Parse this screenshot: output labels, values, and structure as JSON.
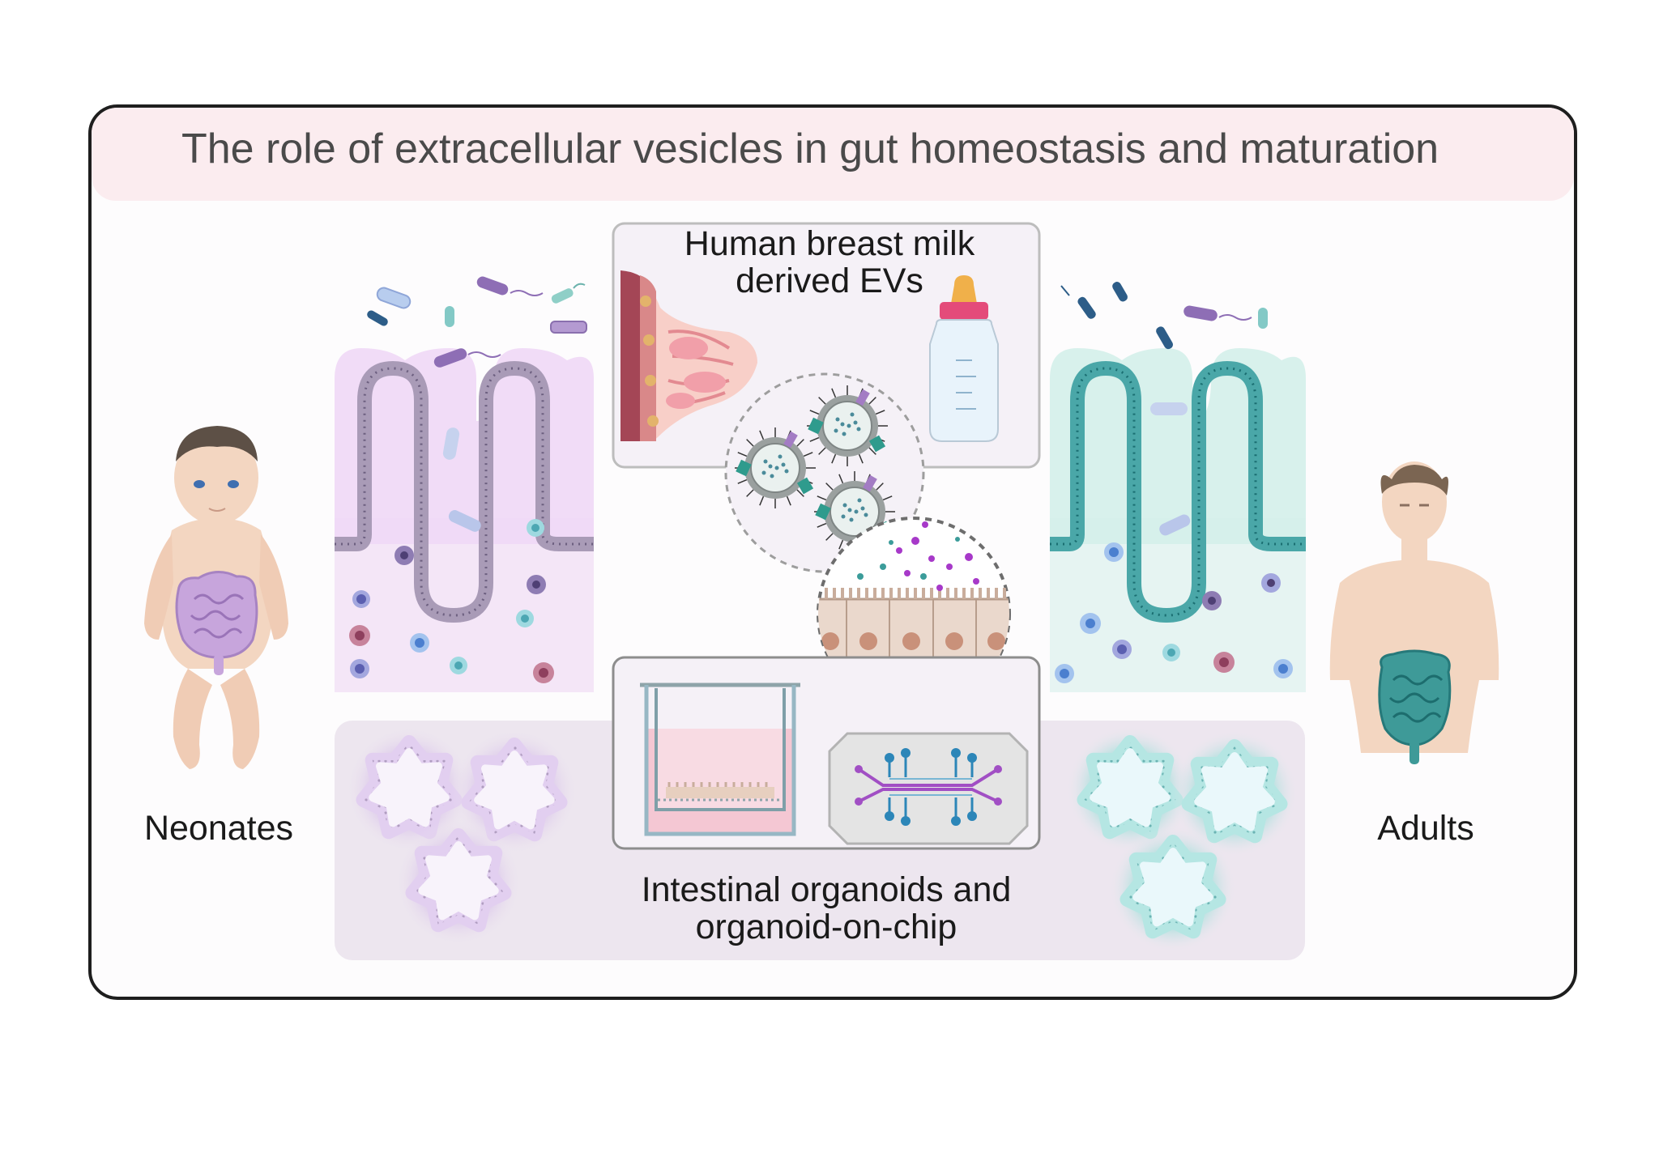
{
  "title": "The role of extracellular vesicles in gut homeostasis and maturation",
  "milk_section": {
    "line1": "Human breast milk",
    "line2": "derived EVs"
  },
  "organoid_section": {
    "line1": "Intestinal organoids and",
    "line2": "organoid-on-chip"
  },
  "left_label": "Neonates",
  "right_label": "Adults",
  "colors": {
    "frame": "#1e1e1e",
    "title_band": "#fbecef",
    "neonate_tissue": "#f4e6f7",
    "neonate_epithelium": "#a99bb7",
    "adult_tissue": "#e6f4f2",
    "adult_epithelium": "#4aa7a8",
    "organoid_panel": "#ede6ef",
    "ev_membrane": "#9aa09f",
    "ev_protein_teal": "#2f9b8d",
    "ev_protein_purple": "#a37cc4",
    "skin": "#f3d6c1",
    "neonate_gut": "#c7a5dc",
    "adult_gut": "#3e9a98"
  },
  "icons": [
    "bacteria-icon",
    "villus-icon",
    "immune-cell-icon",
    "breast-tissue-icon",
    "baby-bottle-icon",
    "extracellular-vesicle-icon",
    "epithelial-cells-icon",
    "transwell-icon",
    "microfluidic-chip-icon",
    "organoid-icon",
    "neonate-figure-icon",
    "adult-figure-icon"
  ]
}
